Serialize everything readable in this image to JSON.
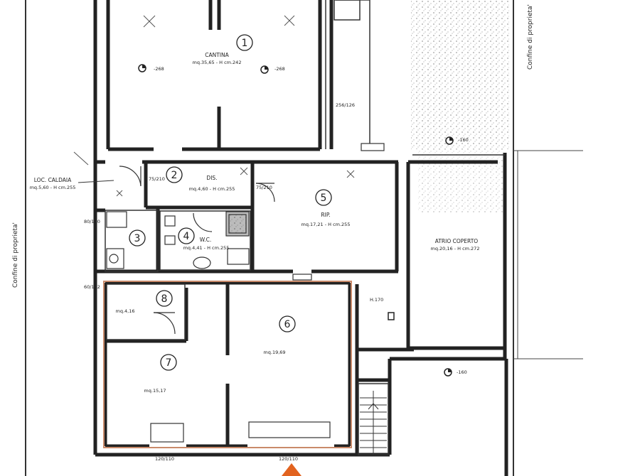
{
  "rooms": [
    {
      "num": "1",
      "name": "CANTINA",
      "area": "mq.35,65 - H cm.242"
    },
    {
      "num": "2",
      "name": "DIS.",
      "area": "mq.4,60 - H cm.255"
    },
    {
      "num": "3",
      "name": "LOC. CALDAIA",
      "area": "mq.5,60 - H cm.255"
    },
    {
      "num": "4",
      "name": "W.C.",
      "area": "mq.4,41 - H cm.255"
    },
    {
      "num": "5",
      "name": "RIP.",
      "area": "mq.17,21 - H cm.255"
    },
    {
      "num": "6",
      "area": "mq.19,69"
    },
    {
      "num": "7",
      "area": "mq.15,17"
    },
    {
      "num": "8",
      "area": "mq.4,16"
    },
    {
      "name": "ATRIO COPERTO",
      "area": "mq.20,16 - H cm.272"
    }
  ],
  "property_line_labels": [
    "Confine di proprieta'",
    "Confine di proprieta'"
  ],
  "levels": [
    "-268",
    "-268",
    "-160",
    "-160"
  ],
  "dimensions": [
    "75/210",
    "75/210",
    "80/100",
    "60/112",
    "256/126",
    "H.170",
    "120/110",
    "120/110"
  ],
  "colors": {
    "walls": "#222222",
    "highlight": "#c98a6a",
    "arrow": "#e2631f"
  }
}
